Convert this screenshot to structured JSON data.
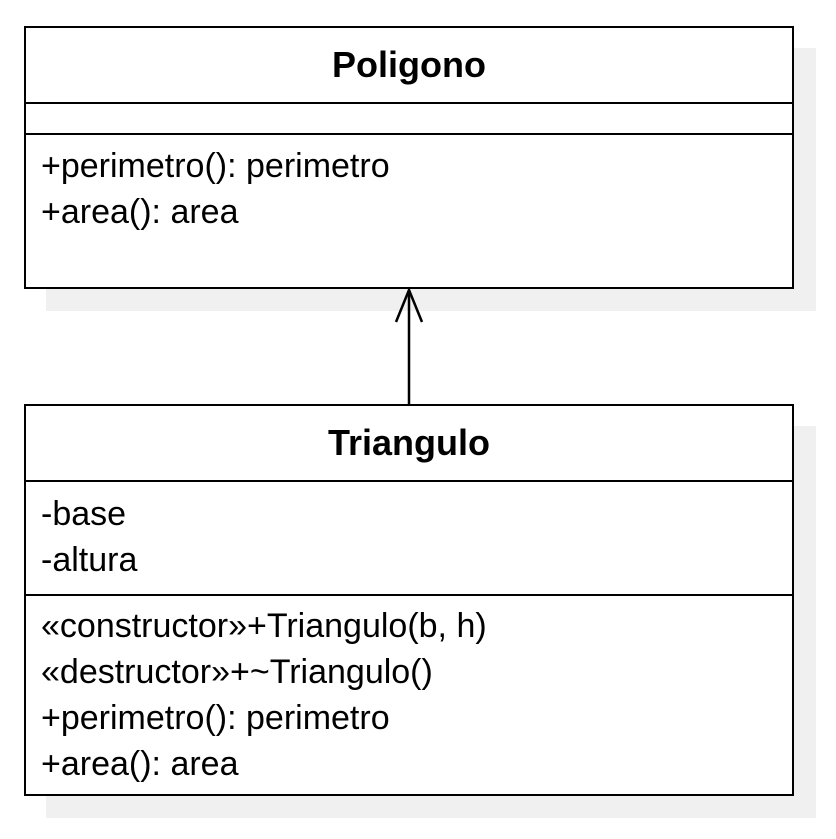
{
  "classes": {
    "poligono": {
      "name": "Poligono",
      "attributes": [],
      "operations": [
        "+perimetro(): perimetro",
        "+area(): area"
      ]
    },
    "triangulo": {
      "name": "Triangulo",
      "attributes": [
        "-base",
        "-altura"
      ],
      "operations": [
        "«constructor»+Triangulo(b, h)",
        "«destructor»+~Triangulo()",
        "+perimetro(): perimetro",
        "+area(): area"
      ]
    }
  },
  "relations": [
    {
      "from": "Triangulo",
      "to": "Poligono",
      "kind": "association-arrow-open"
    }
  ],
  "colors": {
    "stroke": "#000000",
    "fill": "#ffffff",
    "shadow": "#f0f0f0"
  }
}
